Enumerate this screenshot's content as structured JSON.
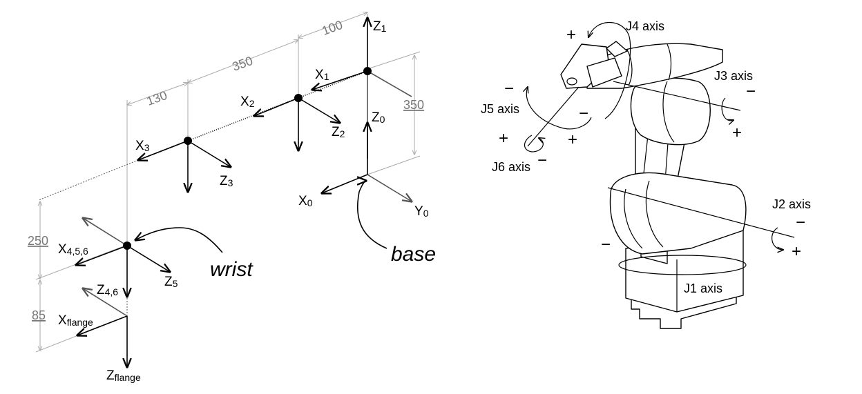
{
  "kinematic": {
    "dims": {
      "d100": "100",
      "d350a": "350",
      "d130": "130",
      "d350b": "350",
      "d250": "250",
      "d85": "85"
    },
    "frames": {
      "z1": {
        "main": "Z",
        "sub": "1"
      },
      "x1": {
        "main": "X",
        "sub": "1"
      },
      "x2": {
        "main": "X",
        "sub": "2"
      },
      "z2": {
        "main": "Z",
        "sub": "2"
      },
      "z0": {
        "main": "Z",
        "sub": "0"
      },
      "x3": {
        "main": "X",
        "sub": "3"
      },
      "z3": {
        "main": "Z",
        "sub": "3"
      },
      "x0": {
        "main": "X",
        "sub": "0"
      },
      "y0": {
        "main": "Y",
        "sub": "0"
      },
      "x456": {
        "main": "X",
        "sub": "4,5,6"
      },
      "z5": {
        "main": "Z",
        "sub": "5"
      },
      "z46": {
        "main": "Z",
        "sub": "4,6"
      },
      "xflange": {
        "main": "X",
        "sub": "flange"
      },
      "zflange": {
        "main": "Z",
        "sub": "flange"
      }
    },
    "callouts": {
      "base": "base",
      "wrist": "wrist"
    }
  },
  "robot": {
    "axes": {
      "j1": "J1 axis",
      "j2": "J2 axis",
      "j3": "J3 axis",
      "j4": "J4 axis",
      "j5": "J5 axis",
      "j6": "J6 axis"
    },
    "signs": {
      "plus": "+",
      "minus": "−"
    }
  }
}
